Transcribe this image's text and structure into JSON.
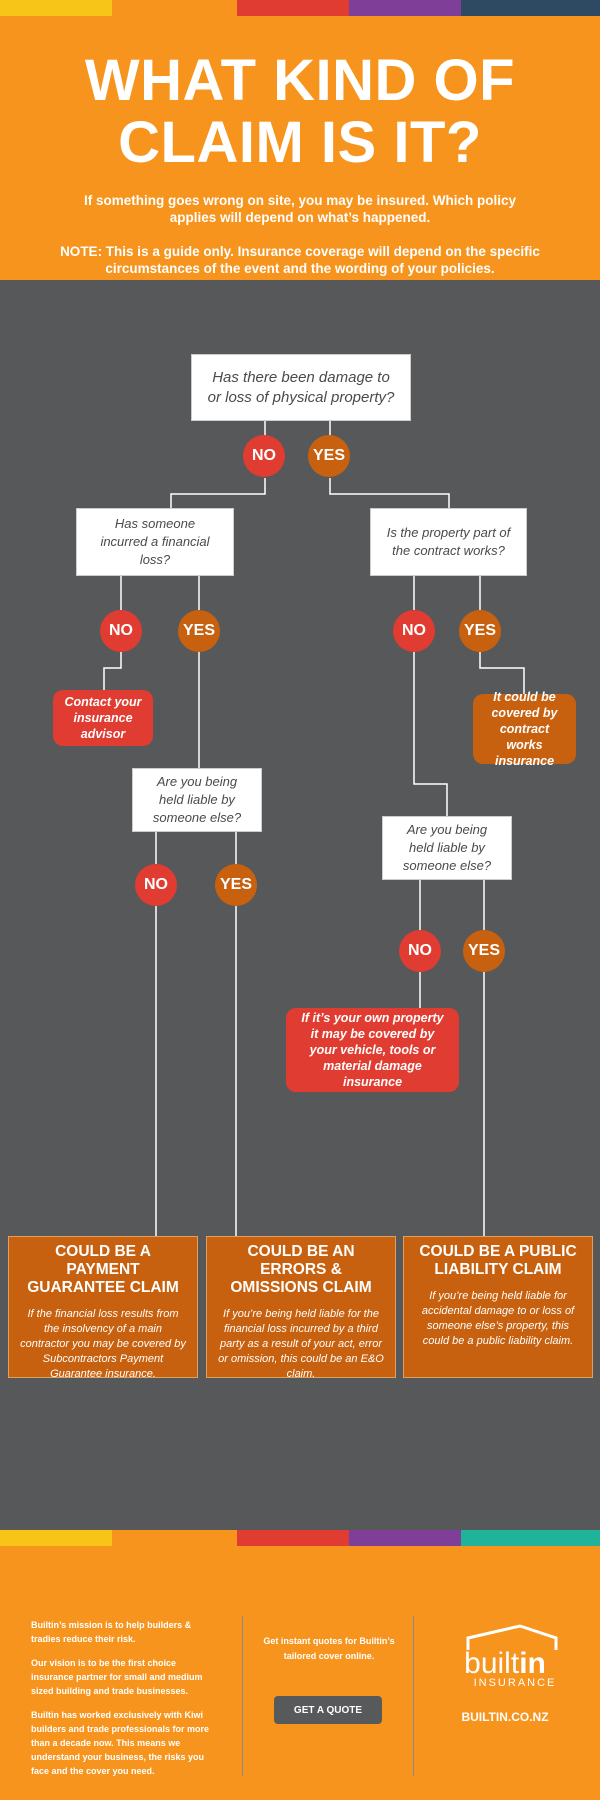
{
  "header": {
    "title_line1": "WHAT KIND OF",
    "title_line2": "CLAIM IS IT?",
    "subtitle": "If something goes wrong on site, you may be insured. Which policy applies will depend on what’s happened.",
    "note": "NOTE: This is a guide only. Insurance coverage will depend on the specific circumstances of the event and the wording of your policies."
  },
  "colors": {
    "orange": "#f7941d",
    "dark": "#57585a",
    "red": "#e03c31",
    "burnt": "#c7610f",
    "stripe": [
      "#f7c518",
      "#f7941d",
      "#e03c31",
      "#7f3f98",
      "#2e4a62",
      "#1fb39a"
    ]
  },
  "flow": {
    "q1": "Has there been damage to or loss of physical property?",
    "q2": "Has someone incurred a financial loss?",
    "q3": "Is the property part of the contract works?",
    "q4": "Are you being held liable by someone else?",
    "q5": "Are you being held liable by someone else?",
    "no": "NO",
    "yes": "YES",
    "out_advisor": "Contact your insurance advisor",
    "out_contract": "It could be covered by contract works insurance",
    "out_own": "If it’s your own property it may be covered by your vehicle, tools or material damage insurance"
  },
  "claims": [
    {
      "title": "COULD BE A PAYMENT GUARANTEE CLAIM",
      "text": "If the financial loss results from the insolvency of a main contractor you may be covered by Subcontractors Payment Guarantee insurance."
    },
    {
      "title": "COULD BE AN ERRORS & OMISSIONS CLAIM",
      "text": "If you’re being held liable for the financial loss incurred by a third party as a result of your act, error or omission, this could be an E&O claim."
    },
    {
      "title": "COULD BE A PUBLIC LIABILITY CLAIM",
      "text": "If you’re being held liable for accidental damage to or loss of someone else’s property, this could be a public liability claim."
    }
  ],
  "footer": {
    "mission": "Builtin’s mission is to help builders & tradies reduce their risk.",
    "vision": "Our vision is to be the first choice insurance partner for small and medium sized building and trade businesses.",
    "history": "Builtin has worked exclusively with Kiwi builders and trade professionals for more than a decade now. This means we understand your business, the risks you face and the cover you need.",
    "quote_text": "Get instant quotes for Builtin’s tailored cover online.",
    "quote_button": "GET A QUOTE",
    "logo_built": "built",
    "logo_in": "in",
    "logo_insurance": "INSURANCE",
    "site": "BUILTIN.CO.NZ"
  }
}
